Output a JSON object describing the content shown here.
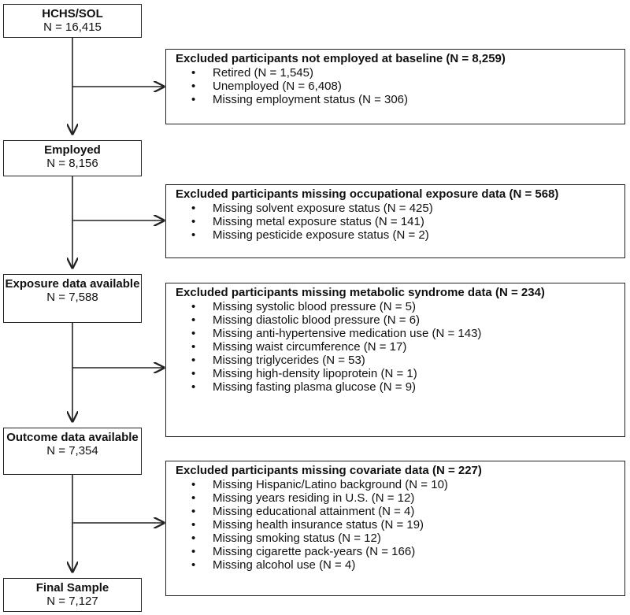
{
  "flow": {
    "steps": [
      {
        "title": "HCHS/SOL",
        "count": "N = 16,415"
      },
      {
        "title": "Employed",
        "count": "N = 8,156"
      },
      {
        "title": "Exposure data available",
        "count": "N = 7,588"
      },
      {
        "title": "Outcome data available",
        "count": "N = 7,354"
      },
      {
        "title": "Final Sample",
        "count": "N = 7,127"
      }
    ],
    "exclusions": [
      {
        "title": "Excluded participants not employed at baseline (N = 8,259)",
        "items": [
          "Retired (N = 1,545)",
          "Unemployed (N = 6,408)",
          "Missing employment status (N = 306)"
        ]
      },
      {
        "title": "Excluded participants missing occupational exposure data (N = 568)",
        "items": [
          "Missing solvent exposure status (N = 425)",
          "Missing metal exposure status (N = 141)",
          "Missing pesticide exposure status (N = 2)"
        ]
      },
      {
        "title": "Excluded participants missing metabolic syndrome data (N = 234)",
        "items": [
          "Missing systolic blood pressure (N = 5)",
          "Missing diastolic blood pressure (N = 6)",
          "Missing anti-hypertensive medication use (N = 143)",
          "Missing waist circumference (N = 17)",
          "Missing triglycerides (N = 53)",
          "Missing high-density lipoprotein  (N = 1)",
          "Missing fasting plasma glucose (N = 9)"
        ]
      },
      {
        "title": "Excluded participants missing covariate data (N = 227)",
        "items": [
          "Missing Hispanic/Latino background (N = 10)",
          "Missing years residing in U.S. (N = 12)",
          "Missing educational attainment (N = 4)",
          "Missing health insurance status (N = 19)",
          "Missing smoking status (N = 12)",
          "Missing cigarette pack-years (N = 166)",
          "Missing alcohol use (N = 4)"
        ]
      }
    ]
  }
}
